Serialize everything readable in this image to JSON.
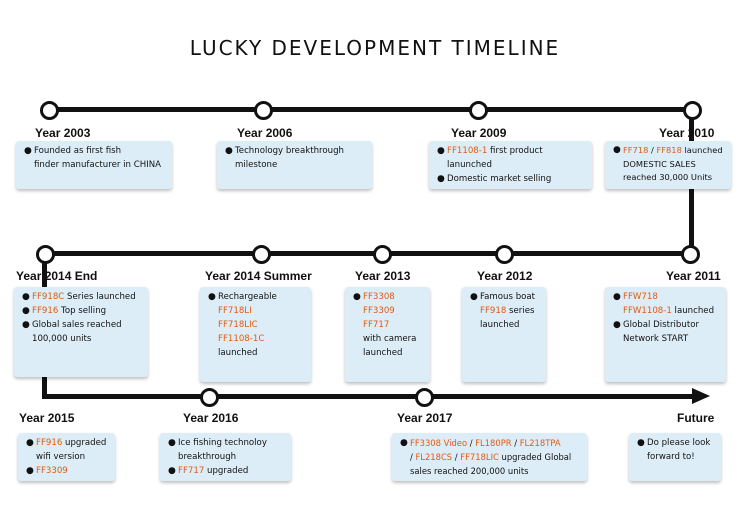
{
  "title": "LUCKY DEVELOPMENT TIMELINE",
  "colors": {
    "highlight": "#e05a10",
    "box": "#ddedf7",
    "line": "#111111"
  },
  "years": {
    "y2003": "Year 2003",
    "y2006": "Year 2006",
    "y2009": "Year 2009",
    "y2010": "Year 2010",
    "y2014end": "Year 2014 End",
    "y2014summer": "Year 2014 Summer",
    "y2013": "Year 2013",
    "y2012": "Year 2012",
    "y2011": "Year 2011",
    "y2015": "Year 2015",
    "y2016": "Year 2016",
    "y2017": "Year 2017",
    "future": "Future"
  },
  "boxes": {
    "b2003": {
      "l1": "Founded as first fish",
      "l2": "finder manufacturer in CHINA"
    },
    "b2006": {
      "l1": "Technology breakthrough",
      "l2": "milestone"
    },
    "b2009": {
      "l1a": "FF1108-1",
      "l1b": " first product lanunched",
      "l2": "Domestic market selling"
    },
    "b2010": {
      "a": "FF718",
      "b": " / ",
      "c": "FF818",
      "d": " launched",
      "l2": "DOMESTIC SALES",
      "l3": "reached 30,000 Units"
    },
    "b2014end": {
      "l1a": "FF918C",
      "l1b": " Series launched",
      "l2a": "FF916",
      "l2b": " Top selling",
      "l3": "Global sales reached",
      "l4": "100,000 units"
    },
    "b2014summer": {
      "l1": "Rechargeable",
      "l2": "FF718LI",
      "l3": "FF718LIC",
      "l4": "FF1108-1C",
      "l5": "launched"
    },
    "b2013": {
      "l1": "FF3308",
      "l2": "FF3309",
      "l3": "FF717",
      "l4": "with camera",
      "l5": "launched"
    },
    "b2012": {
      "l1": "Famous boat",
      "l2a": "FF918",
      "l2b": " series",
      "l3": "launched"
    },
    "b2011": {
      "l1": "FFW718",
      "l2": "FFW1108-1",
      "l2b": " launched",
      "l3": "Global Distributor",
      "l4": "Network START"
    },
    "b2015": {
      "l1a": "FF916",
      "l1b": " upgraded",
      "l2": "wifi version",
      "l3": "FF3309"
    },
    "b2016": {
      "l1": "Ice fishing technoloy",
      "l2": "breakthrough",
      "l3a": "FF717",
      "l3b": " upgraded"
    },
    "b2017": {
      "a": "FF3308 Video",
      "b": " / ",
      "c": "FL180PR",
      "d": " / ",
      "e": "FL218TPA",
      "f": "/ ",
      "g": "FL218CS",
      "h": " / ",
      "i": "FF718LIC",
      "j": " upgraded Global",
      "l3": "sales reached 200,000 units"
    },
    "bfuture": {
      "l1": "Do please look",
      "l2": "forward to!"
    }
  }
}
